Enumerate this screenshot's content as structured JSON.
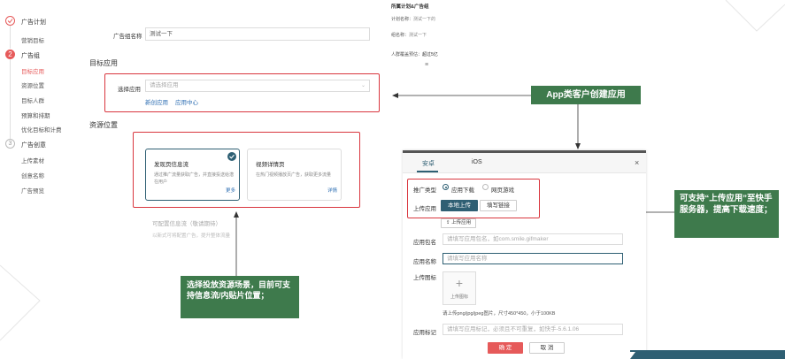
{
  "sidebar": {
    "step1": {
      "title": "广告计划",
      "items": [
        "营销目标"
      ]
    },
    "step2": {
      "number": "2",
      "title": "广告组",
      "items": [
        "目标应用",
        "资源位置",
        "目标人群",
        "预算和排期",
        "优化目标和计费"
      ]
    },
    "step3": {
      "number": "3",
      "title": "广告创意",
      "items": [
        "上传素材",
        "创意名称",
        "广告预览"
      ]
    }
  },
  "ad_group_name": {
    "label": "广告组名称",
    "value": "测试一下"
  },
  "target_app": {
    "section_title": "目标应用",
    "select_label": "选择应用",
    "select_placeholder": "请选择应用",
    "link_new": "新创应用",
    "link_center": "应用中心"
  },
  "resource": {
    "section_title": "资源位置",
    "card1": {
      "title": "发现页信息流",
      "desc": "通过推广流量获取广告，并直接投送给潜在用户",
      "more": "更多"
    },
    "card2": {
      "title": "视频详情页",
      "desc": "在热门视频播放页广告，获取更多流量",
      "more": "详情"
    },
    "faded_title": "可配置信息流（敬请期待）",
    "faded_desc": "以新式可将配置广告，提升整体流量"
  },
  "preview": {
    "title": "所属计划&广告组",
    "plan_label": "计划名称：",
    "plan_value": "测试一下的",
    "group_label": "组名称：",
    "group_value": "测试一下",
    "audience_label": "人群覆盖预估：",
    "audience_value": "超过5亿"
  },
  "callouts": {
    "app": "App类客户创建应用",
    "upload": "可支持“上传应用”至快手服务器，提高下载速度；",
    "resource": "选择投放资源场景，目前可支持信息流/内贴片位置；"
  },
  "dialog": {
    "tabs": [
      "安卓",
      "iOS"
    ],
    "close": "×",
    "promo_type": {
      "label": "推广类型",
      "options": [
        "应用下载",
        "网页游戏"
      ]
    },
    "upload": {
      "label": "上传应用",
      "btn_local": "本地上传",
      "btn_link": "填写链接",
      "upload_btn": "上传应用"
    },
    "package": {
      "label": "应用包名",
      "placeholder": "请填写应用包名，如com.smile.gifmaker"
    },
    "app_name": {
      "label": "应用名称",
      "placeholder": "请填写应用名称"
    },
    "icon": {
      "label": "上传图标",
      "text": "上传图标",
      "hint": "请上传png/jpg/jpeg图片，尺寸450*450，小于100KB"
    },
    "app_tag": {
      "label": "应用标记",
      "placeholder": "请填写应用标记，必须且不可重复，如快手-5.6.1.06"
    },
    "confirm": "确 定",
    "cancel": "取 消"
  },
  "colors": {
    "accent": "#e65a5a",
    "callout": "#3e7a4c",
    "highlight": "#d9363e",
    "primary": "#2e5f73"
  }
}
